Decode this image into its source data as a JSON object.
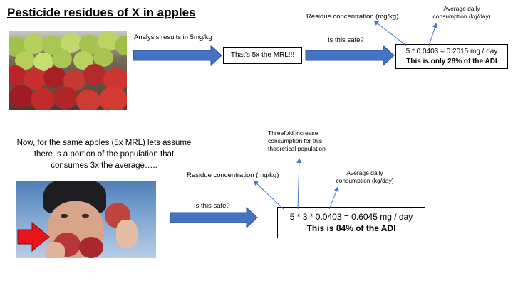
{
  "title": "Pesticide residues of X in apples",
  "top": {
    "analysis_label": "Analysis results in 5mg/kg",
    "mrl_box": "That’s 5x the MRL!!!",
    "safe_q": "Is this safe?",
    "residue_label": "Residue concentration (mg/kg)",
    "avg_label_1": "Average daily",
    "avg_label_2": "consumption (kg/day)",
    "calc": "5 * 0.0403 = 0.2015 mg / day",
    "adi": "This is only 28% of the ADI"
  },
  "bottom": {
    "para_1": "Now, for the same apples (5x MRL) lets assume",
    "para_2": "there is a portion of the population that",
    "para_3": "consumes 3x the average…..",
    "threefold_1": "Threefold increase",
    "threefold_2": "consumption for this",
    "threefold_3": "theoretical population",
    "residue_label": "Residue concentration (mg/kg)",
    "avg_label_1": "Average daily",
    "avg_label_2": "consumption (kg/day)",
    "safe_q": "Is this safe?",
    "calc": "5 * 3 * 0.0403 = 0.6045 mg / day",
    "adi": "This is 84% of the ADI"
  },
  "colors": {
    "arrow_fill": "#4472c4",
    "arrow_stroke": "#2f528f",
    "pointer_line": "#4472c4",
    "red_arrow": "#e8141b"
  }
}
